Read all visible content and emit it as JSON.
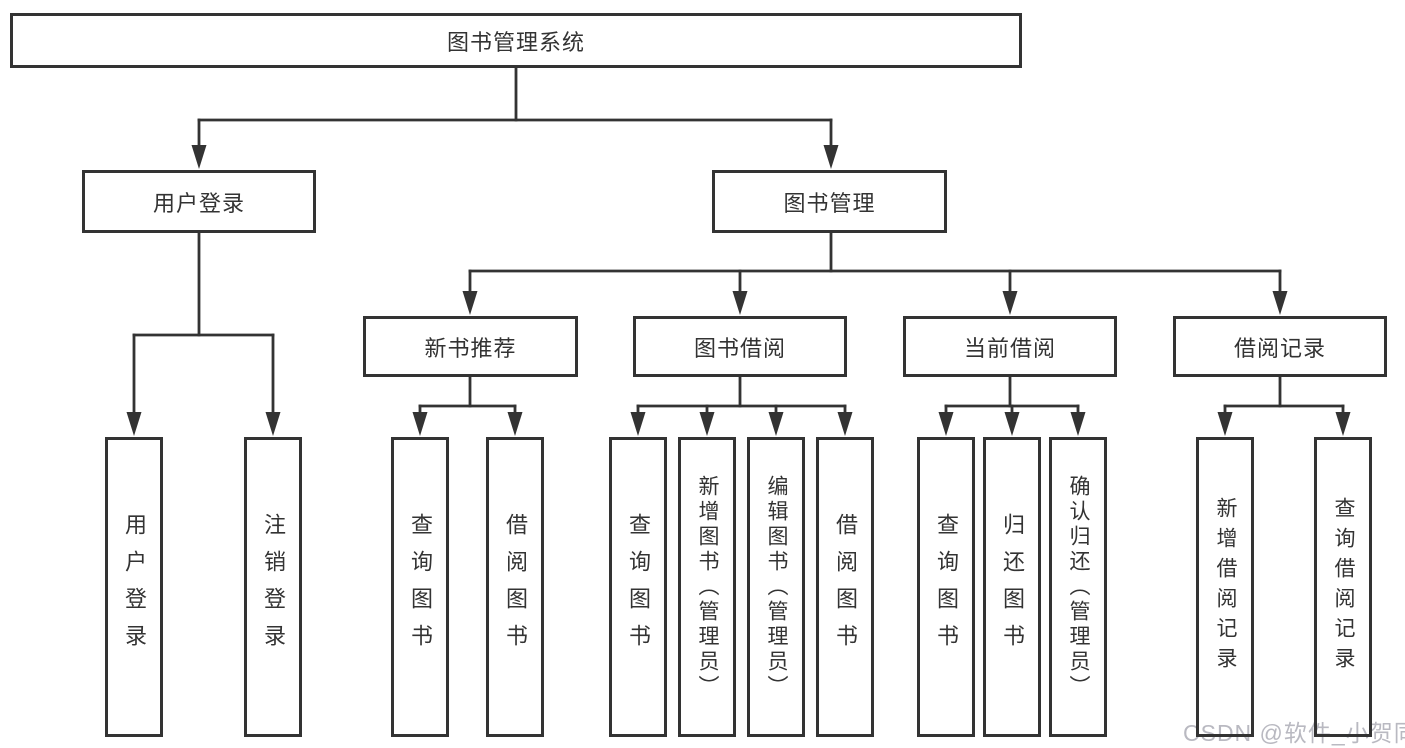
{
  "diagram": {
    "root": {
      "label": "图书管理系统",
      "children": [
        {
          "label": "用户登录",
          "children": [
            {
              "label": "用户登录"
            },
            {
              "label": "注销登录"
            }
          ]
        },
        {
          "label": "图书管理",
          "children": [
            {
              "label": "新书推荐",
              "children": [
                {
                  "label": "查询图书"
                },
                {
                  "label": "借阅图书"
                }
              ]
            },
            {
              "label": "图书借阅",
              "children": [
                {
                  "label": "查询图书"
                },
                {
                  "label": "新增图书（管理员）"
                },
                {
                  "label": "编辑图书（管理员）"
                },
                {
                  "label": "借阅图书"
                }
              ]
            },
            {
              "label": "当前借阅",
              "children": [
                {
                  "label": "查询图书"
                },
                {
                  "label": "归还图书"
                },
                {
                  "label": "确认归还（管理员）"
                }
              ]
            },
            {
              "label": "借阅记录",
              "children": [
                {
                  "label": "新增借阅记录"
                },
                {
                  "label": "查询借阅记录"
                }
              ]
            }
          ]
        }
      ]
    }
  },
  "watermark": {
    "text": "CSDN @软件_小贺同学"
  },
  "colors": {
    "line": "#333333",
    "box_border": "#333333",
    "text": "#333333",
    "background": "#ffffff",
    "watermark": "#b9b9c1"
  }
}
